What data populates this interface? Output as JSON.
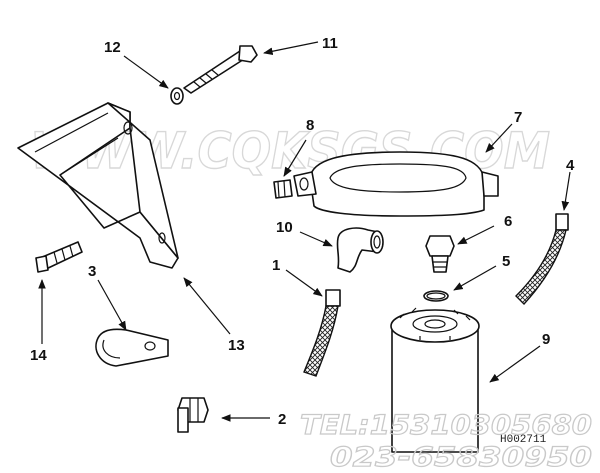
{
  "diagram": {
    "figure_id": "H002711",
    "callouts": [
      {
        "id": "callout-1",
        "label": "1"
      },
      {
        "id": "callout-2",
        "label": "2"
      },
      {
        "id": "callout-3",
        "label": "3"
      },
      {
        "id": "callout-4",
        "label": "4"
      },
      {
        "id": "callout-5",
        "label": "5"
      },
      {
        "id": "callout-6",
        "label": "6"
      },
      {
        "id": "callout-7",
        "label": "7"
      },
      {
        "id": "callout-8",
        "label": "8"
      },
      {
        "id": "callout-9",
        "label": "9"
      },
      {
        "id": "callout-10",
        "label": "10"
      },
      {
        "id": "callout-11",
        "label": "11"
      },
      {
        "id": "callout-12",
        "label": "12"
      },
      {
        "id": "callout-13",
        "label": "13"
      },
      {
        "id": "callout-14",
        "label": "14"
      }
    ]
  },
  "watermark": {
    "site": "WWW.CQKSGS.COM",
    "phone": "TEL:15310305680",
    "phone2": "023-65830950"
  },
  "colors": {
    "line": "#111111",
    "watermark": "#d8d8d8",
    "background": "#ffffff"
  }
}
